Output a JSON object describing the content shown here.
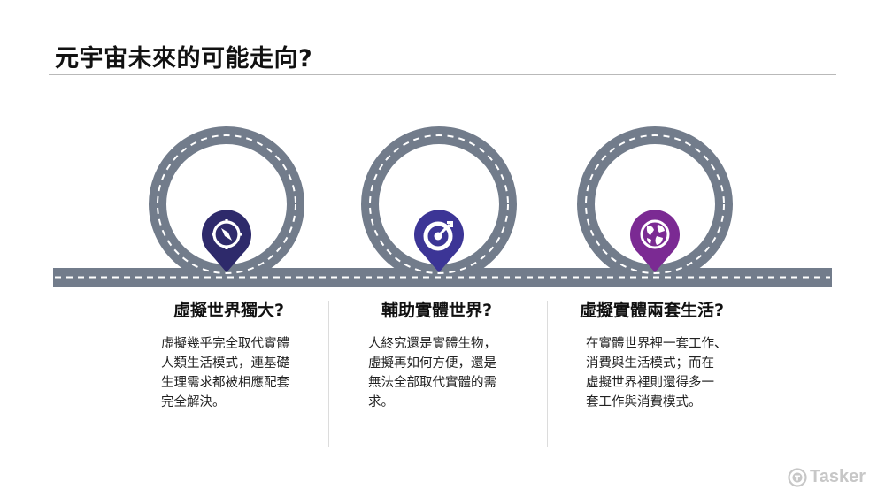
{
  "slide": {
    "title": "元宇宙未來的可能走向?",
    "colors": {
      "road": "#727C8B",
      "lane_marking": "#ffffff",
      "pin_1": "#2E2A6B",
      "pin_2": "#3C3596",
      "pin_3": "#7B2A93",
      "divider": "#dcdcdc",
      "title_rule": "#b9b9b9"
    },
    "columns": [
      {
        "icon": "compass-icon",
        "heading": "虛擬世界獨大?",
        "lines": [
          "虛擬幾乎完全取代實體",
          "人類生活模式，連基礎",
          "生理需求都被相應配套",
          "完全解決。"
        ]
      },
      {
        "icon": "target-arrow-icon",
        "heading": "輔助實體世界?",
        "lines": [
          "人終究還是實體生物，",
          "虛擬再如何方便，還是",
          "無法全部取代實體的需",
          "求。"
        ]
      },
      {
        "icon": "globe-icon",
        "heading": "虛擬實體兩套生活?",
        "lines": [
          "在實體世界裡一套工作、",
          "消費與生活模式；而在",
          "虛擬世界裡則還得多一",
          "套工作與消費模式。"
        ]
      }
    ]
  },
  "branding": {
    "logo_text": "Tasker",
    "logo_icon": "tasker-logo-icon"
  }
}
